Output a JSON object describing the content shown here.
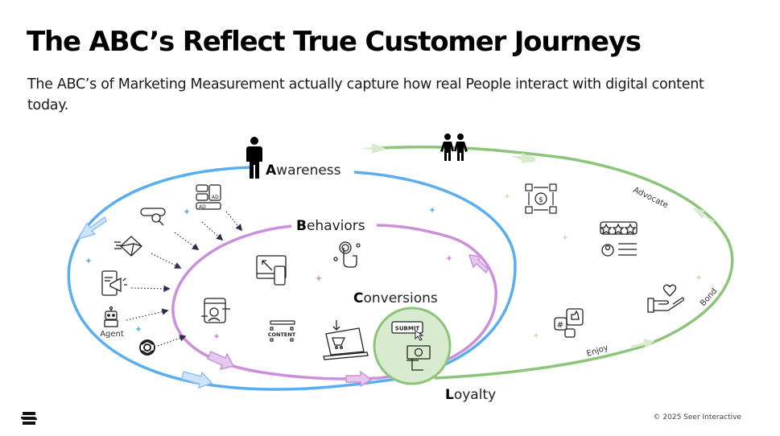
{
  "slide": {
    "title": "The ABC’s Reflect True Customer Journeys",
    "subtitle": "The ABC’s of Marketing Measurement actually capture how real People interact with digital content today."
  },
  "stages": {
    "awareness": {
      "cap": "A",
      "rest": "wareness",
      "color": "#5aaef0"
    },
    "behaviors": {
      "cap": "B",
      "rest": "ehaviors",
      "color": "#cc8fdc"
    },
    "conversions": {
      "cap": "C",
      "rest": "onversions",
      "color": "#111111"
    },
    "loyalty": {
      "cap": "L",
      "rest": "oyalty",
      "color": "#8cc47a"
    }
  },
  "loop_labels": {
    "advocate": "Advocate",
    "bond": "Bond",
    "enjoy": "Enjoy"
  },
  "channel_icons": [
    {
      "name": "display-ads-icon",
      "label": ""
    },
    {
      "name": "search-icon",
      "label": ""
    },
    {
      "name": "email-icon",
      "label": ""
    },
    {
      "name": "mobile-promo-icon",
      "label": ""
    },
    {
      "name": "robot-agent-icon",
      "label": "Agent"
    },
    {
      "name": "openai-icon",
      "label": ""
    }
  ],
  "behavior_icons": [
    "responsive-device-icon",
    "click-touch-icon",
    "web-profile-icon",
    "content-icon",
    "shopping-cart-icon"
  ],
  "conversion_icons": {
    "submit": "SUBMIT",
    "content_tag": "CONTENT",
    "ad_tag": "AD",
    "payment": "payment-icon"
  },
  "loyalty_icons": [
    "exchange-money-icon",
    "review-rating-icon",
    "care-hand-heart-icon",
    "social-engagement-icon"
  ],
  "figures": {
    "single_person": "person-icon",
    "pair": "people-pair-icon"
  },
  "footer": {
    "copyright": "© 2025 Seer Interactive",
    "logo": "seer-logo"
  }
}
